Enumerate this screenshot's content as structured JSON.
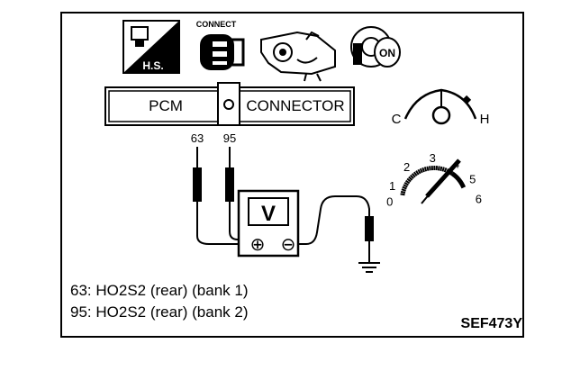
{
  "icons": {
    "hs_label": "H.S.",
    "connect_label": "CONNECT",
    "key_label": "ON"
  },
  "pcm_connector": {
    "left_label": "PCM",
    "right_label": "CONNECTOR"
  },
  "pins": [
    "63",
    "95"
  ],
  "voltmeter": {
    "label": "V",
    "plus": "⊕",
    "minus": "⊖"
  },
  "temp_gauge": {
    "cold_label": "C",
    "hot_label": "H"
  },
  "tachometer": {
    "scale": [
      "0",
      "1",
      "2",
      "3",
      "4",
      "5",
      "6"
    ]
  },
  "legend": [
    {
      "pin": "63",
      "text": "HO2S2 (rear) (bank 1)"
    },
    {
      "pin": "95",
      "text": "HO2S2 (rear) (bank 2)"
    }
  ],
  "figure_code": "SEF473Y"
}
